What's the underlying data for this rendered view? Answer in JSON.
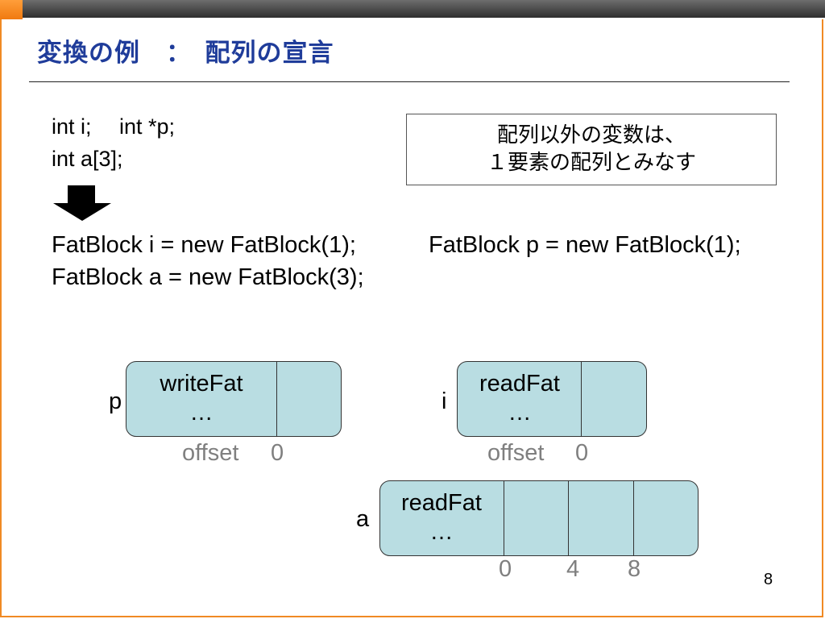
{
  "slide": {
    "title": "変換の例　：　配列の宣言",
    "page_number": "8",
    "accent_color": "#f08a24",
    "title_color": "#1f3c9a",
    "block_fill": "#b9dde2"
  },
  "source_code": {
    "line1_part1": "int i;",
    "line1_part2": "int *p;",
    "line2": "int a[3];"
  },
  "note": {
    "line1": "配列以外の変数は、",
    "line2": "１要素の配列とみなす"
  },
  "arrow_icon": "down-arrow-icon",
  "converted_code": {
    "line1_part1": "FatBlock i = new FatBlock(1);",
    "line1_part2": "FatBlock p = new FatBlock(1);",
    "line2": "FatBlock a = new FatBlock(3);"
  },
  "blocks": {
    "p": {
      "var": "p",
      "func": "writeFat",
      "ellipsis": "…",
      "offset_label": "offset",
      "offset_value": "0"
    },
    "i": {
      "var": "i",
      "func": "readFat",
      "ellipsis": "…",
      "offset_label": "offset",
      "offset_value": "0"
    },
    "a": {
      "var": "a",
      "func": "readFat",
      "ellipsis": "…",
      "offsets": [
        "0",
        "4",
        "8"
      ]
    }
  }
}
